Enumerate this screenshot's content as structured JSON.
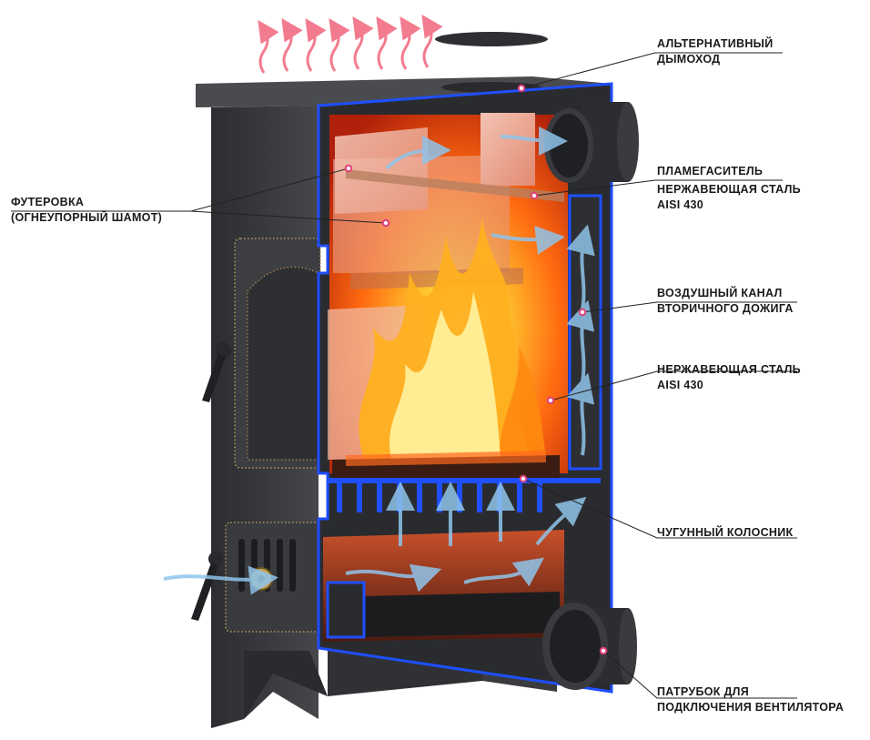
{
  "labels": {
    "alt_chimney": [
      "АЛЬТЕРНАТИВНЫЙ",
      "ДЫМОХОД"
    ],
    "flame_arrester": [
      "ПЛАМЕГАСИТЕЛЬ",
      "НЕРЖАВЕЮЩАЯ СТАЛЬ",
      "AISI 430"
    ],
    "lining": [
      "ФУТЕРОВКА",
      "(ОГНЕУПОРНЫЙ ШАМОТ)"
    ],
    "air_channel": [
      "ВОЗДУШНЫЙ КАНАЛ",
      "ВТОРИЧНОГО ДОЖИГА"
    ],
    "stainless": [
      "НЕРЖАВЕЮЩАЯ СТАЛЬ",
      "AISI 430"
    ],
    "grate": [
      "ЧУГУННЫЙ КОЛОСНИК"
    ],
    "fan_pipe": [
      "ПАТРУБОК ДЛЯ",
      "ПОДКЛЮЧЕНИЯ ВЕНТИЛЯТОРА"
    ]
  },
  "colors": {
    "stove_body": "#3a3b3e",
    "stove_top": "#4a4b4f",
    "section_edge": "#1f4fff",
    "flame": "#ff9a1a",
    "brick": "#e8a08a",
    "hot_air": "#f0506a",
    "cold_air": "#8fc4ea",
    "marker": "#e0407a"
  },
  "icons": [
    "heat-wave-icon",
    "air-flow-arrow-icon",
    "door-handle-icon",
    "air-regulator-icon"
  ]
}
